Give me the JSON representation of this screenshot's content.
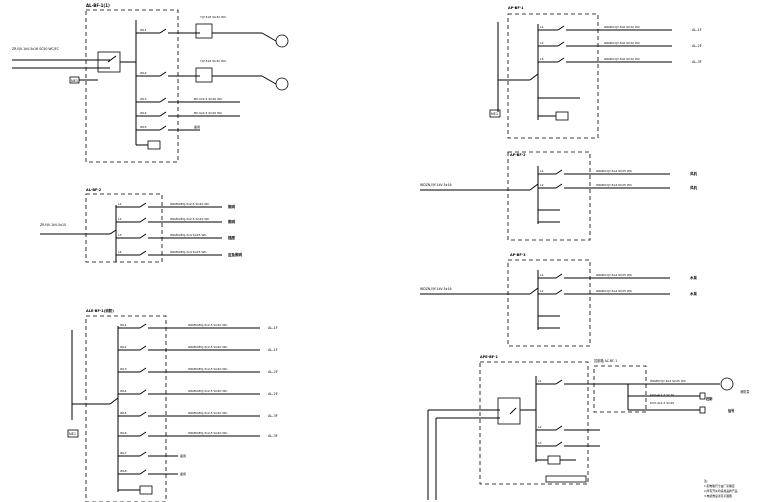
{
  "drawing": {
    "panel_a": {
      "title": "AL-BF-1(1)",
      "supply": "ZR-YJV-1kV-5x16 SC50 WC/FC",
      "tag": "NE1",
      "circuits": [
        {
          "no": "WL1",
          "label": "YJV-5x6 SC32 WC"
        },
        {
          "no": "WL2",
          "label": "YJV-5x6 SC32 WC"
        },
        {
          "no": "WL3",
          "label": "BV-3x2.5 SC20 WC"
        },
        {
          "no": "WL4",
          "label": "BV-3x2.5 SC20 WC"
        },
        {
          "no": "WL5",
          "label": "备用"
        }
      ]
    },
    "panel_b": {
      "title": "AL-BF-2",
      "supply": "ZR-YJV-1kV-5x10",
      "circuits": [
        {
          "no": "L1",
          "label": "WDZN-BYJ-3x2.5 SC20 WC",
          "load": "照明"
        },
        {
          "no": "L2",
          "label": "WDZN-BYJ-3x2.5 SC20 WC",
          "load": "照明"
        },
        {
          "no": "L3",
          "label": "WDZN-BYJ-3x4 SC25 WC",
          "load": "插座"
        },
        {
          "no": "L4",
          "label": "WDZN-BYJ-3x4 SC25 WC",
          "load": "应急照明"
        }
      ]
    },
    "panel_c": {
      "title": "ALE-BF-1(消防)",
      "tag": "NE1",
      "circuits": [
        {
          "no": "WL1",
          "label": "WDZN-BYJ-3x2.5 SC20 WC",
          "load": "AL-1F"
        },
        {
          "no": "WL2",
          "label": "WDZN-BYJ-3x2.5 SC20 WC",
          "load": "AL-1F"
        },
        {
          "no": "WL3",
          "label": "WDZN-BYJ-3x2.5 SC20 WC",
          "load": "AL-2F"
        },
        {
          "no": "WL4",
          "label": "WDZN-BYJ-3x2.5 SC20 WC",
          "load": "AL-2F"
        },
        {
          "no": "WL5",
          "label": "WDZN-BYJ-3x2.5 SC20 WC",
          "load": "AL-3F"
        },
        {
          "no": "WL6",
          "label": "WDZN-BYJ-3x2.5 SC20 WC",
          "load": "AL-3F"
        },
        {
          "no": "WL7",
          "label": "备用"
        },
        {
          "no": "WL8",
          "label": "备用"
        }
      ]
    },
    "panel_d": {
      "title": "AP-BF-1",
      "tag": "NE1",
      "circuits": [
        {
          "no": "L1",
          "label": "WDZN-YJY-5x6 SC32 WC",
          "load": "AL-1F"
        },
        {
          "no": "L2",
          "label": "WDZN-YJY-5x6 SC32 WC",
          "load": "AL-2F"
        },
        {
          "no": "L3",
          "label": "WDZN-YJY-5x6 SC32 WC",
          "load": "AL-3F"
        }
      ]
    },
    "panel_e": {
      "title": "AP-BF-2",
      "supply": "WDZN-YJY-1kV-5x16",
      "circuits": [
        {
          "no": "L1",
          "label": "WDZN-YJY-5x4 SC25 WC",
          "load": "风机"
        },
        {
          "no": "L2",
          "label": "WDZN-YJY-5x4 SC25 WC",
          "load": "风机"
        }
      ]
    },
    "panel_f": {
      "title": "AP-BF-3",
      "supply": "WDZN-YJY-1kV-5x16",
      "circuits": [
        {
          "no": "L1",
          "label": "WDZN-YJY-5x4 SC25 WC",
          "load": "水泵"
        },
        {
          "no": "L2",
          "label": "WDZN-YJY-5x4 SC25 WC",
          "load": "水泵"
        }
      ]
    },
    "panel_g": {
      "title": "APE-BF-1",
      "control_title": "控制箱 AC-BF-1",
      "circuits": [
        {
          "no": "L1",
          "label": "WDZN-YJY-4x4 SC25 WC",
          "load": "消防泵"
        },
        {
          "no": "L2",
          "label": "KVV-4x1.5 SC20",
          "load": "控制"
        },
        {
          "no": "L3",
          "label": "KVV-4x1.5 SC20",
          "load": "信号"
        }
      ]
    },
    "notes": [
      "注:",
      "1.配电箱尺寸由厂家确定",
      "2.所有开关均采用品牌产品",
      "3.电缆敷设详见平面图"
    ]
  }
}
